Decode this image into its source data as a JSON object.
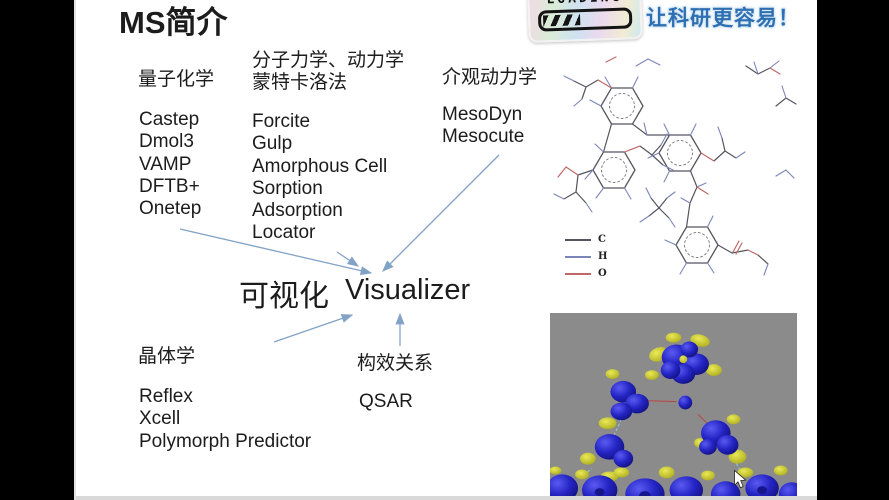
{
  "slide": {
    "title": "MS简介",
    "loading_badge": {
      "label": "LOADING"
    },
    "slogan": "让科研更容易！"
  },
  "groups": {
    "quantum": {
      "heading": "量子化学",
      "items": [
        "Castep",
        "Dmol3",
        "VAMP",
        "DFTB+",
        "Onetep"
      ]
    },
    "forcefield": {
      "heading_line1": "分子力学、动力学",
      "heading_line2": "蒙特卡洛法",
      "items": [
        "Forcite",
        "Gulp",
        "Amorphous Cell",
        "Sorption",
        "Adsorption",
        "Locator"
      ]
    },
    "mesoscale": {
      "heading": "介观动力学",
      "items": [
        "MesoDyn",
        "Mesocute"
      ]
    },
    "crystallography": {
      "heading": "晶体学",
      "items": [
        "Reflex",
        "Xcell",
        "Polymorph Predictor"
      ]
    },
    "qsar": {
      "heading": "构效关系",
      "items": [
        "QSAR"
      ]
    }
  },
  "center": {
    "label_cn": "可视化",
    "label_en": "Visualizer"
  },
  "molecule_legend": {
    "entries": [
      {
        "label": "C",
        "color": "#54555e"
      },
      {
        "label": "H",
        "color": "#7b86b8"
      },
      {
        "label": "O",
        "color": "#c06868"
      }
    ]
  },
  "colors": {
    "arrow": "#82a3c6",
    "slogan": "#2e6fb2",
    "orbital_background": "#8b8b8b",
    "orbital_blue": "#2525c8",
    "orbital_yellow": "#d8d83a"
  }
}
